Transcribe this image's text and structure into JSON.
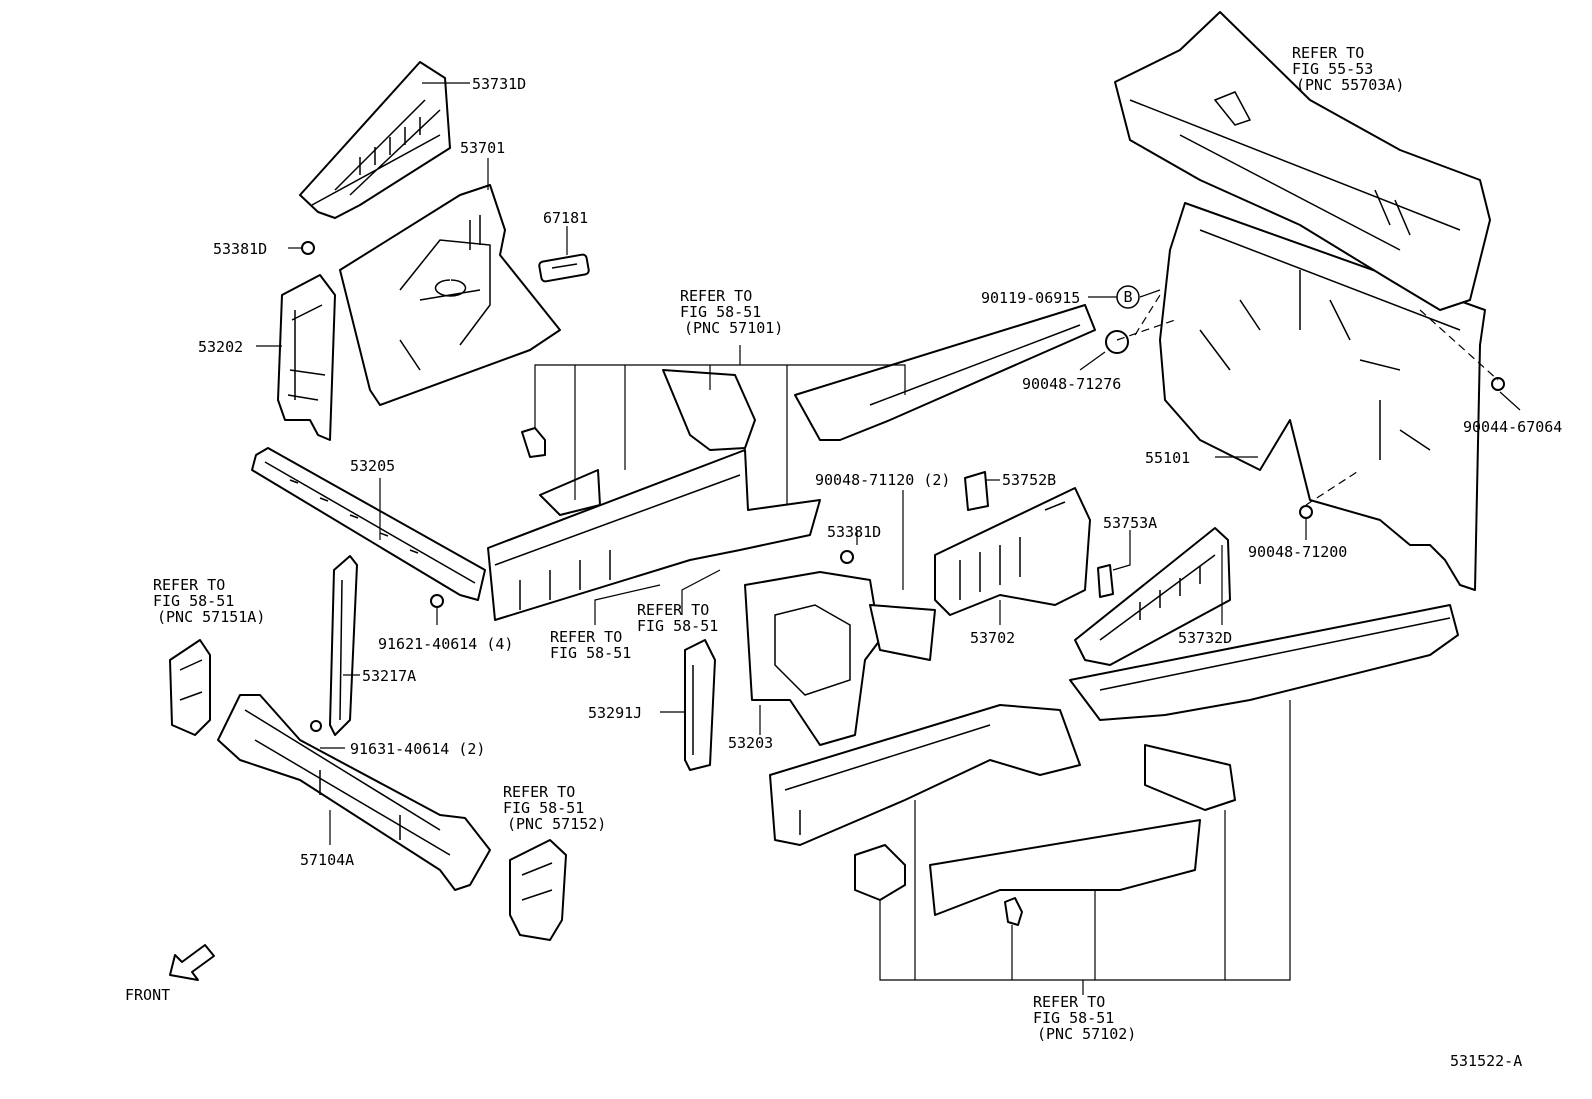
{
  "labels": {
    "p53731d": "53731D",
    "p53701": "53701",
    "p67181": "67181",
    "p53381d_a": "53381D",
    "p53202": "53202",
    "p53205": "53205",
    "p91621": "91621-40614 (4)",
    "p53217a": "53217A",
    "p91631": "91631-40614 (2)",
    "p57104a": "57104A",
    "p53291j": "53291J",
    "p53203": "53203",
    "p90048_71120": "90048-71120 (2)",
    "p53381d_b": "53381D",
    "p53752b": "53752B",
    "p53753a": "53753A",
    "p53702": "53702",
    "p53732d": "53732D",
    "p90119": "90119-06915",
    "p90048_71276": "90048-71276",
    "p55101": "55101",
    "p90044": "90044-67064",
    "p90048_71200": "90048-71200"
  },
  "callout_b": "B",
  "refs": {
    "r1": [
      "REFER TO",
      "FIG 58-51",
      "(PNC 57101)"
    ],
    "r2": [
      "REFER TO",
      "FIG 58-51",
      "(PNC 57151A)"
    ],
    "r3": [
      "REFER TO",
      "FIG 58-51"
    ],
    "r4": [
      "REFER TO",
      "FIG 58-51"
    ],
    "r5": [
      "REFER TO",
      "FIG 58-51",
      "(PNC 57152)"
    ],
    "r6": [
      "REFER TO",
      "FIG 55-53",
      "(PNC 55703A)"
    ],
    "r7": [
      "REFER TO",
      "FIG 58-51",
      "(PNC 57102)"
    ]
  },
  "front_label": "FRONT",
  "diagram_id": "531522-A"
}
